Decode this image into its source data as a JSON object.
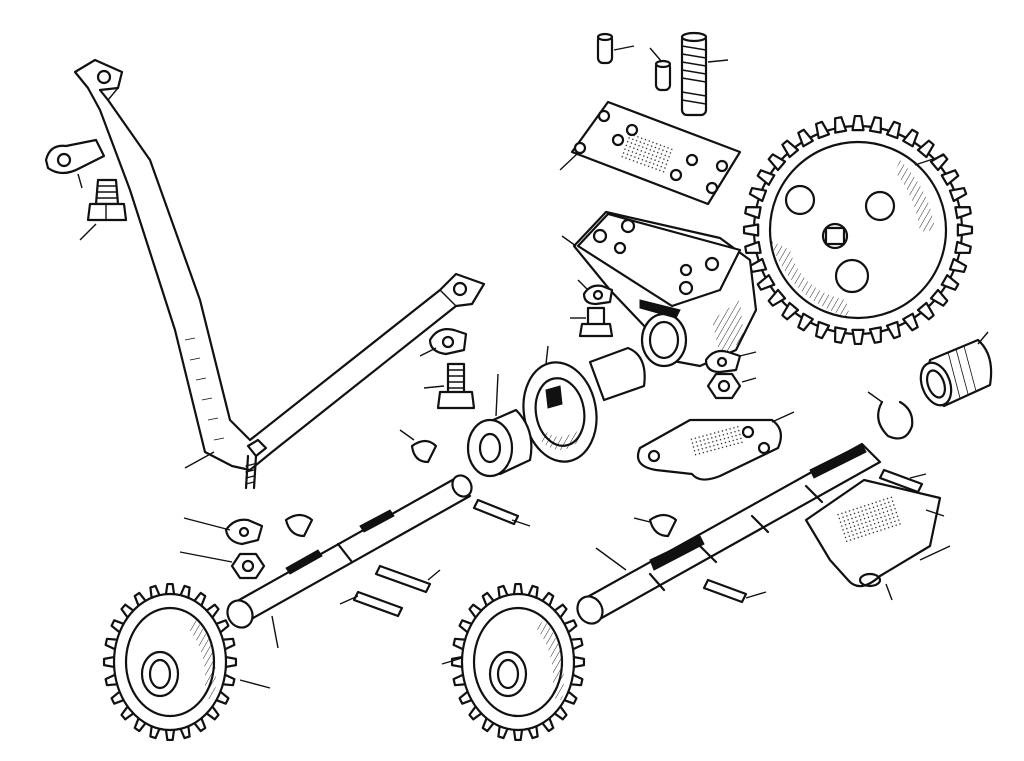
{
  "diagram": {
    "kind": "exploded parts illustration",
    "style": "black line drawing on white",
    "ink_color": "#111111",
    "background_color": "#ffffff",
    "parts": [
      {
        "id": "bracket",
        "icon": "bent-strap-bracket"
      },
      {
        "id": "tab-washer-left",
        "icon": "tab-washer"
      },
      {
        "id": "bolt-left",
        "icon": "hex-bolt"
      },
      {
        "id": "dowel-1",
        "icon": "dowel-pin"
      },
      {
        "id": "dowel-2",
        "icon": "dowel-pin"
      },
      {
        "id": "stud",
        "icon": "threaded-stud"
      },
      {
        "id": "top-gasket",
        "icon": "gasket-plate"
      },
      {
        "id": "large-gear",
        "icon": "spur-gear-large"
      },
      {
        "id": "pump-body",
        "icon": "pump-housing"
      },
      {
        "id": "tab-washer-mid",
        "icon": "tab-washer"
      },
      {
        "id": "bolt-mid",
        "icon": "hex-bolt"
      },
      {
        "id": "tab-washer-center",
        "icon": "tab-washer"
      },
      {
        "id": "bolt-center",
        "icon": "hex-bolt"
      },
      {
        "id": "rotor",
        "icon": "rotor-disc"
      },
      {
        "id": "collar",
        "icon": "collar"
      },
      {
        "id": "woodruff-key-1",
        "icon": "woodruff-key"
      },
      {
        "id": "tab-washer-right",
        "icon": "tab-washer"
      },
      {
        "id": "nut-right",
        "icon": "hex-nut"
      },
      {
        "id": "cover-gasket",
        "icon": "gasket-plate"
      },
      {
        "id": "circlip",
        "icon": "circlip"
      },
      {
        "id": "bush",
        "icon": "bush"
      },
      {
        "id": "spindle",
        "icon": "stepped-shaft"
      },
      {
        "id": "pin-right",
        "icon": "pin"
      },
      {
        "id": "strainer-gasket",
        "icon": "gasket-plate"
      },
      {
        "id": "woodruff-key-2",
        "icon": "woodruff-key"
      },
      {
        "id": "pin-lower-right",
        "icon": "pin"
      },
      {
        "id": "tab-washer-lower",
        "icon": "tab-washer"
      },
      {
        "id": "nut-lower",
        "icon": "hex-nut"
      },
      {
        "id": "woodruff-key-3",
        "icon": "woodruff-key"
      },
      {
        "id": "left-shaft",
        "icon": "shaft"
      },
      {
        "id": "pin-a",
        "icon": "pin"
      },
      {
        "id": "pin-b",
        "icon": "pin"
      },
      {
        "id": "pin-c",
        "icon": "pin"
      },
      {
        "id": "small-gear-left",
        "icon": "spur-gear-small"
      },
      {
        "id": "small-gear-right",
        "icon": "spur-gear-small"
      }
    ]
  }
}
